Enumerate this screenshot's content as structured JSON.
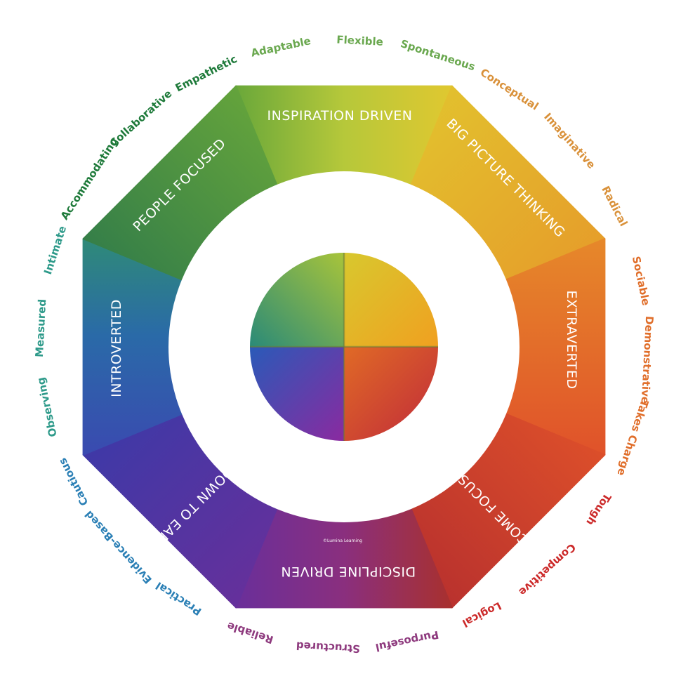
{
  "band_labels": {
    "inspiration_driven": "INSPIRATION DRIVEN",
    "big_picture_thinking": "BIG PICTURE THINKING",
    "extraverted": "EXTRAVERTED",
    "outcome_focused": "OUTCOME FOCUSED",
    "discipline_driven": "DISCIPLINE DRIVEN",
    "down_to_earth": "DOWN TO EARTH",
    "introverted": "INTROVERTED",
    "people_focused": "PEOPLE FOCUSED"
  },
  "copyright": "©Lumina Learning",
  "traits": [
    {
      "text": "Adaptable",
      "color": "#6aa84f"
    },
    {
      "text": "Flexible",
      "color": "#6aa84f"
    },
    {
      "text": "Spontaneous",
      "color": "#6aa84f"
    },
    {
      "text": "Conceptual",
      "color": "#d9913a"
    },
    {
      "text": "Imaginative",
      "color": "#d9913a"
    },
    {
      "text": "Radical",
      "color": "#d9913a"
    },
    {
      "text": "Sociable",
      "color": "#e06e2a"
    },
    {
      "text": "Demonstrative",
      "color": "#e06e2a"
    },
    {
      "text": "Takes Charge",
      "color": "#e06e2a"
    },
    {
      "text": "Tough",
      "color": "#cc2a2a"
    },
    {
      "text": "Competitive",
      "color": "#cc2a2a"
    },
    {
      "text": "Logical",
      "color": "#cc2a2a"
    },
    {
      "text": "Purposeful",
      "color": "#8e3a7e"
    },
    {
      "text": "Structured",
      "color": "#8e3a7e"
    },
    {
      "text": "Reliable",
      "color": "#8e3a7e"
    },
    {
      "text": "Practical",
      "color": "#2a7fb5"
    },
    {
      "text": "Evidence-Based",
      "color": "#2a7fb5"
    },
    {
      "text": "Cautious",
      "color": "#2a7fb5"
    },
    {
      "text": "Observing",
      "color": "#2e9a8a"
    },
    {
      "text": "Measured",
      "color": "#2e9a8a"
    },
    {
      "text": "Intimate",
      "color": "#2e9a8a"
    },
    {
      "text": "Accommodating",
      "color": "#1e7a3a"
    },
    {
      "text": "Collaborative",
      "color": "#1e7a3a"
    },
    {
      "text": "Empathetic",
      "color": "#1e7a3a"
    }
  ]
}
